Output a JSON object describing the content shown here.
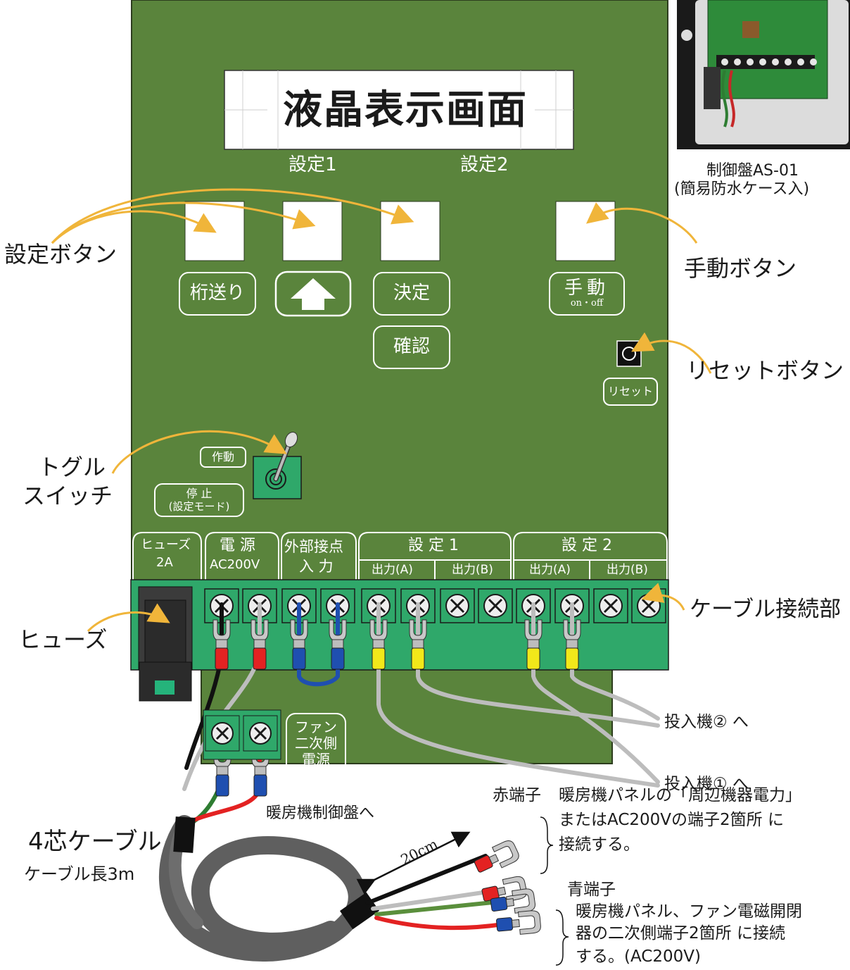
{
  "lcd": {
    "text": "液晶表示画面"
  },
  "setting_labels": {
    "s1": "設定1",
    "s2": "設定2"
  },
  "buttons": {
    "keta_okuri": "桁送り",
    "kettei": "決定",
    "kakunin": "確認",
    "shudou": "手動",
    "shudou_sub": "on・off",
    "reset": "リセット"
  },
  "toggle": {
    "on": "作動",
    "off": "停 止",
    "off_sub": "(設定モード)"
  },
  "terminal_header": {
    "fuse": "ヒューズ",
    "fuse_val": "2A",
    "power": "電 源",
    "power_val": "AC200V",
    "external": "外部接点",
    "external_sub": "入 力",
    "set1": "設 定 1",
    "set2": "設 定 2",
    "out_a": "出力(A)",
    "out_b": "出力(B)"
  },
  "fan": {
    "line1": "ファン",
    "line2": "二次側",
    "line3": "電源"
  },
  "callouts": {
    "setting_button": "設定ボタン",
    "manual_button": "手動ボタン",
    "reset_button": "リセットボタン",
    "toggle_switch_1": "トグル",
    "toggle_switch_2": "スイッチ",
    "fuse": "ヒューズ",
    "cable_connect": "ケーブル接続部"
  },
  "photo_caption": {
    "line1": "制御盤AS-01",
    "line2": "(簡易防水ケース入)"
  },
  "destinations": {
    "machine2": "投入機② へ",
    "machine1": "投入機① へ",
    "heater_panel": "暖房機制御盤へ"
  },
  "cable": {
    "name": "4芯ケーブル",
    "length": "ケーブル長3m",
    "lead_length": "20cm"
  },
  "red_terminal": {
    "title": "赤端子",
    "line1": "暖房機パネルの「周辺機器電力」",
    "line2": "またはAC200Vの端子2箇所 に",
    "line3": "接続する。"
  },
  "blue_terminal": {
    "title": "青端子",
    "line1": "暖房機パネル、ファン電磁開閉",
    "line2": "器の二次側端子2箇所 に接続",
    "line3": "する。(AC200V)"
  },
  "colors": {
    "board": "#5a843c",
    "terminal": "#2fa86a",
    "arrow": "#f0b53a",
    "cable": "#595959",
    "red": "#e32222",
    "blue": "#1f4fb0",
    "yellow": "#f2e81a"
  }
}
